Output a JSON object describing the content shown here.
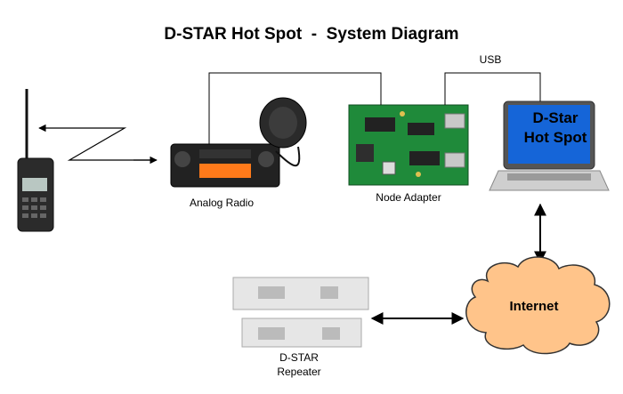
{
  "diagram": {
    "title": "D-STAR Hot Spot  -  System Diagram",
    "usb_label": "USB",
    "analog_radio_label": "Analog Radio",
    "node_adapter_label": "Node Adapter",
    "laptop_screen_line1": "D-Star",
    "laptop_screen_line2": "Hot Spot",
    "internet_label": "Internet",
    "repeater_label_line1": "D-STAR",
    "repeater_label_line2": "Repeater"
  },
  "colors": {
    "radio_display": "#ff7a1a",
    "circuit_board": "#1f8a3a",
    "laptop_screen": "#1565d8",
    "cloud_fill": "#ffc48a",
    "cloud_stroke": "#333333"
  }
}
